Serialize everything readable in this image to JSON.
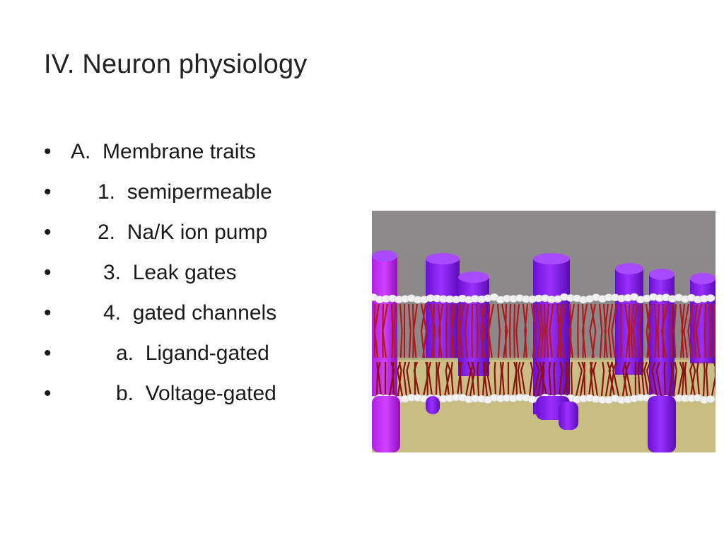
{
  "slide": {
    "title": "IV.  Neuron physiology",
    "bullets": [
      {
        "marker": "•",
        "text": "A.  Membrane traits",
        "level": 0
      },
      {
        "marker": "•",
        "text": "1.  semipermeable",
        "level": 1
      },
      {
        "marker": "•",
        "text": "2.  Na/K ion pump",
        "level": 1
      },
      {
        "marker": "•",
        "text": "3.  Leak gates",
        "level": 2
      },
      {
        "marker": "•",
        "text": "4.  gated channels",
        "level": 2
      },
      {
        "marker": "•",
        "text": "a.  Ligand-gated",
        "level": 3
      },
      {
        "marker": "•",
        "text": "b.  Voltage-gated",
        "level": 3
      }
    ]
  },
  "figure": {
    "subject": "lipid-bilayer-membrane-with-channel-proteins",
    "colors": {
      "background_top": "#8e8a8c",
      "background_bottom": "#c9bf84",
      "protein": "#8a1ef0",
      "protein_light": "#a84bff",
      "lipid_head": "#f2f2f2",
      "lipid_tail": "#b21a1a"
    }
  }
}
